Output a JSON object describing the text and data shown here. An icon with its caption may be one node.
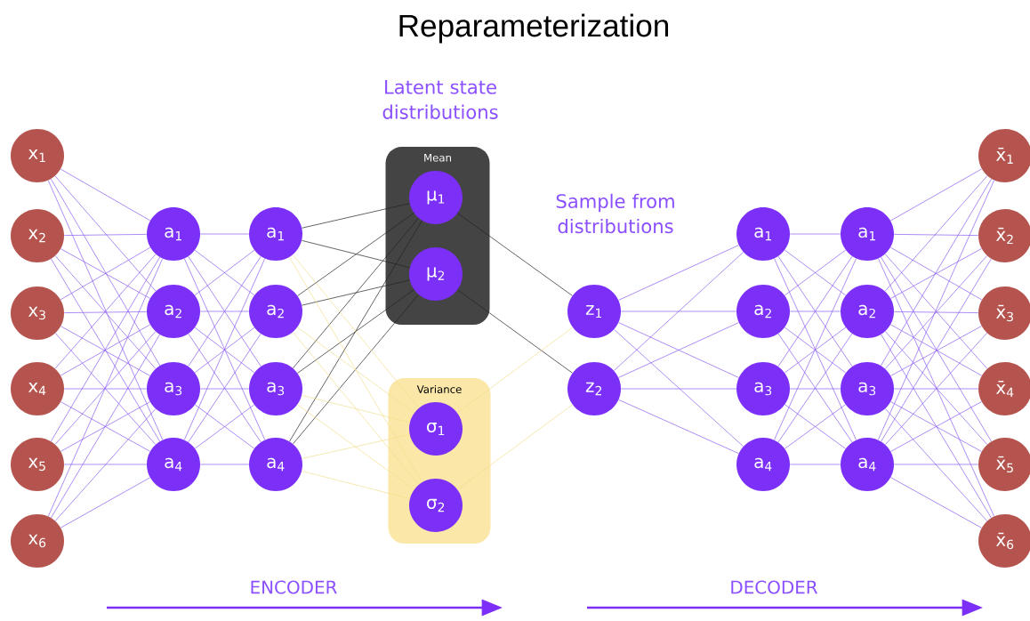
{
  "diagram": {
    "title": "Reparameterization",
    "nodes": [
      {
        "text": [
          "x$_{1}$"
        ]
      },
      {
        "text": [
          "x$_{2}$"
        ]
      },
      {
        "text": [
          "x$_{3}$"
        ]
      },
      {
        "text": [
          "x$_{4}$"
        ]
      },
      {
        "text": [
          "x$_{5}$"
        ]
      },
      {
        "text": [
          "x$_{6}$"
        ]
      },
      {
        "text": [
          "a$_{1}$"
        ]
      },
      {
        "text": [
          "a$_{2}$"
        ]
      },
      {
        "text": [
          "a$_{3}$"
        ]
      },
      {
        "text": [
          "a$_{4}$"
        ]
      },
      {
        "text": [
          "a$_{1}$"
        ]
      },
      {
        "text": [
          "a$_{2}$"
        ]
      },
      {
        "text": [
          "a$_{3}$"
        ]
      },
      {
        "text": [
          "a$_{4}$"
        ]
      },
      {
        "text": [
          "Mean"
        ]
      },
      {
        "text": [
          "μ$_{1}$"
        ],
        "in": 14
      },
      {
        "text": [
          "μ$_{2}$"
        ],
        "in": 14
      },
      {
        "text": [
          "Variance"
        ]
      },
      {
        "text": [
          "σ$_{1}$"
        ],
        "in": 17
      },
      {
        "text": [
          "σ$_{2}$"
        ],
        "in": 17
      },
      {
        "text": [
          "z$_{1}$"
        ]
      },
      {
        "text": [
          "z$_{2}$"
        ]
      },
      {
        "text": [
          "a$_{1}$"
        ]
      },
      {
        "text": [
          "a$_{2}$"
        ]
      },
      {
        "text": [
          "a$_{3}$"
        ]
      },
      {
        "text": [
          "a$_{4}$"
        ]
      },
      {
        "text": [
          "a$_{1}$"
        ]
      },
      {
        "text": [
          "a$_{2}$"
        ]
      },
      {
        "text": [
          "a$_{3}$"
        ]
      },
      {
        "text": [
          "a$_{4}$"
        ]
      },
      {
        "text": [
          "x̄$_{1}$"
        ]
      },
      {
        "text": [
          "x̄$_{2}$"
        ]
      },
      {
        "text": [
          "x̄$_{3}$"
        ]
      },
      {
        "text": [
          "x̄$_{4}$"
        ]
      },
      {
        "text": [
          "x̄$_{5}$"
        ]
      },
      {
        "text": [
          "x̄$_{6}$"
        ]
      }
    ],
    "edges": [
      {
        "from": 0,
        "to": 6,
        "arrow": "none"
      },
      {
        "from": 0,
        "to": 7,
        "arrow": "none"
      },
      {
        "from": 0,
        "to": 8,
        "arrow": "none"
      },
      {
        "from": 0,
        "to": 9,
        "arrow": "none"
      },
      {
        "from": 1,
        "to": 6,
        "arrow": "none"
      },
      {
        "from": 1,
        "to": 7,
        "arrow": "none"
      },
      {
        "from": 1,
        "to": 8,
        "arrow": "none"
      },
      {
        "from": 1,
        "to": 9,
        "arrow": "none"
      },
      {
        "from": 2,
        "to": 6,
        "arrow": "none"
      },
      {
        "from": 2,
        "to": 7,
        "arrow": "none"
      },
      {
        "from": 2,
        "to": 8,
        "arrow": "none"
      },
      {
        "from": 2,
        "to": 9,
        "arrow": "none"
      },
      {
        "from": 3,
        "to": 6,
        "arrow": "none"
      },
      {
        "from": 3,
        "to": 7,
        "arrow": "none"
      },
      {
        "from": 3,
        "to": 8,
        "arrow": "none"
      },
      {
        "from": 3,
        "to": 9,
        "arrow": "none"
      },
      {
        "from": 4,
        "to": 6,
        "arrow": "none"
      },
      {
        "from": 4,
        "to": 7,
        "arrow": "none"
      },
      {
        "from": 4,
        "to": 8,
        "arrow": "none"
      },
      {
        "from": 4,
        "to": 9,
        "arrow": "none"
      },
      {
        "from": 5,
        "to": 6,
        "arrow": "none"
      },
      {
        "from": 5,
        "to": 7,
        "arrow": "none"
      },
      {
        "from": 5,
        "to": 8,
        "arrow": "none"
      },
      {
        "from": 5,
        "to": 9,
        "arrow": "none"
      },
      {
        "from": 6,
        "to": 10,
        "arrow": "none"
      },
      {
        "from": 6,
        "to": 11,
        "arrow": "none"
      },
      {
        "from": 6,
        "to": 12,
        "arrow": "none"
      },
      {
        "from": 6,
        "to": 13,
        "arrow": "none"
      },
      {
        "from": 7,
        "to": 10,
        "arrow": "none"
      },
      {
        "from": 7,
        "to": 11,
        "arrow": "none"
      },
      {
        "from": 7,
        "to": 12,
        "arrow": "none"
      },
      {
        "from": 7,
        "to": 13,
        "arrow": "none"
      },
      {
        "from": 8,
        "to": 10,
        "arrow": "none"
      },
      {
        "from": 8,
        "to": 11,
        "arrow": "none"
      },
      {
        "from": 8,
        "to": 12,
        "arrow": "none"
      },
      {
        "from": 8,
        "to": 13,
        "arrow": "none"
      },
      {
        "from": 9,
        "to": 10,
        "arrow": "none"
      },
      {
        "from": 9,
        "to": 11,
        "arrow": "none"
      },
      {
        "from": 9,
        "to": 12,
        "arrow": "none"
      },
      {
        "from": 9,
        "to": 13,
        "arrow": "none"
      },
      {
        "from": 10,
        "to": 15,
        "arrow": "none",
        "color": "#222222"
      },
      {
        "from": 10,
        "to": 16,
        "arrow": "none",
        "color": "#222222"
      },
      {
        "from": 11,
        "to": 15,
        "arrow": "none",
        "color": "#222222"
      },
      {
        "from": 11,
        "to": 16,
        "arrow": "none",
        "color": "#222222"
      },
      {
        "from": 12,
        "to": 15,
        "arrow": "none",
        "color": "#222222"
      },
      {
        "from": 12,
        "to": 16,
        "arrow": "none",
        "color": "#222222"
      },
      {
        "from": 13,
        "to": 15,
        "arrow": "none",
        "color": "#222222"
      },
      {
        "from": 13,
        "to": 16,
        "arrow": "none",
        "color": "#222222"
      },
      {
        "from": 10,
        "to": 18,
        "arrow": "none",
        "color": "#f2e08e"
      },
      {
        "from": 10,
        "to": 19,
        "arrow": "none",
        "color": "#f2e08e"
      },
      {
        "from": 11,
        "to": 18,
        "arrow": "none",
        "color": "#f2e08e"
      },
      {
        "from": 11,
        "to": 19,
        "arrow": "none",
        "color": "#f2e08e"
      },
      {
        "from": 12,
        "to": 18,
        "arrow": "none",
        "color": "#f2e08e"
      },
      {
        "from": 12,
        "to": 19,
        "arrow": "none",
        "color": "#f2e08e"
      },
      {
        "from": 13,
        "to": 18,
        "arrow": "none",
        "color": "#f2e08e"
      },
      {
        "from": 13,
        "to": 19,
        "arrow": "none",
        "color": "#f2e08e"
      },
      {
        "from": 15,
        "to": 20,
        "arrow": "none",
        "color": "#222222"
      },
      {
        "from": 16,
        "to": 21,
        "arrow": "none",
        "color": "#222222"
      },
      {
        "from": 18,
        "to": 20,
        "arrow": "none",
        "color": "#f2e08e"
      },
      {
        "from": 19,
        "to": 21,
        "arrow": "none",
        "color": "#f2e08e"
      },
      {
        "from": 20,
        "to": 22,
        "arrow": "none"
      },
      {
        "from": 20,
        "to": 23,
        "arrow": "none"
      },
      {
        "from": 20,
        "to": 24,
        "arrow": "none"
      },
      {
        "from": 20,
        "to": 25,
        "arrow": "none"
      },
      {
        "from": 21,
        "to": 22,
        "arrow": "none"
      },
      {
        "from": 21,
        "to": 23,
        "arrow": "none"
      },
      {
        "from": 21,
        "to": 24,
        "arrow": "none"
      },
      {
        "from": 21,
        "to": 25,
        "arrow": "none"
      },
      {
        "from": 22,
        "to": 26,
        "arrow": "none"
      },
      {
        "from": 22,
        "to": 27,
        "arrow": "none"
      },
      {
        "from": 22,
        "to": 28,
        "arrow": "none"
      },
      {
        "from": 22,
        "to": 29,
        "arrow": "none"
      },
      {
        "from": 23,
        "to": 26,
        "arrow": "none"
      },
      {
        "from": 23,
        "to": 27,
        "arrow": "none"
      },
      {
        "from": 23,
        "to": 28,
        "arrow": "none"
      },
      {
        "from": 23,
        "to": 29,
        "arrow": "none"
      },
      {
        "from": 24,
        "to": 26,
        "arrow": "none"
      },
      {
        "from": 24,
        "to": 27,
        "arrow": "none"
      },
      {
        "from": 24,
        "to": 28,
        "arrow": "none"
      },
      {
        "from": 24,
        "to": 29,
        "arrow": "none"
      },
      {
        "from": 25,
        "to": 26,
        "arrow": "none"
      },
      {
        "from": 25,
        "to": 27,
        "arrow": "none"
      },
      {
        "from": 25,
        "to": 28,
        "arrow": "none"
      },
      {
        "from": 25,
        "to": 29,
        "arrow": "none"
      },
      {
        "from": 26,
        "to": 30,
        "arrow": "none"
      },
      {
        "from": 26,
        "to": 31,
        "arrow": "none"
      },
      {
        "from": 26,
        "to": 32,
        "arrow": "none"
      },
      {
        "from": 26,
        "to": 33,
        "arrow": "none"
      },
      {
        "from": 26,
        "to": 34,
        "arrow": "none"
      },
      {
        "from": 26,
        "to": 35,
        "arrow": "none"
      },
      {
        "from": 27,
        "to": 30,
        "arrow": "none"
      },
      {
        "from": 27,
        "to": 31,
        "arrow": "none"
      },
      {
        "from": 27,
        "to": 32,
        "arrow": "none"
      },
      {
        "from": 27,
        "to": 33,
        "arrow": "none"
      },
      {
        "from": 27,
        "to": 34,
        "arrow": "none"
      },
      {
        "from": 27,
        "to": 35,
        "arrow": "none"
      },
      {
        "from": 28,
        "to": 30,
        "arrow": "none"
      },
      {
        "from": 28,
        "to": 31,
        "arrow": "none"
      },
      {
        "from": 28,
        "to": 32,
        "arrow": "none"
      },
      {
        "from": 28,
        "to": 33,
        "arrow": "none"
      },
      {
        "from": 28,
        "to": 34,
        "arrow": "none"
      },
      {
        "from": 28,
        "to": 35,
        "arrow": "none"
      },
      {
        "from": 29,
        "to": 30,
        "arrow": "none"
      },
      {
        "from": 29,
        "to": 31,
        "arrow": "none"
      },
      {
        "from": 29,
        "to": 32,
        "arrow": "none"
      },
      {
        "from": 29,
        "to": 33,
        "arrow": "none"
      },
      {
        "from": 29,
        "to": 34,
        "arrow": "none"
      },
      {
        "from": 29,
        "to": 35,
        "arrow": "none"
      }
    ],
    "labels": [
      "Latent state distributions",
      "Sample from distributions",
      "ENCODER",
      "DECODER"
    ]
  }
}
